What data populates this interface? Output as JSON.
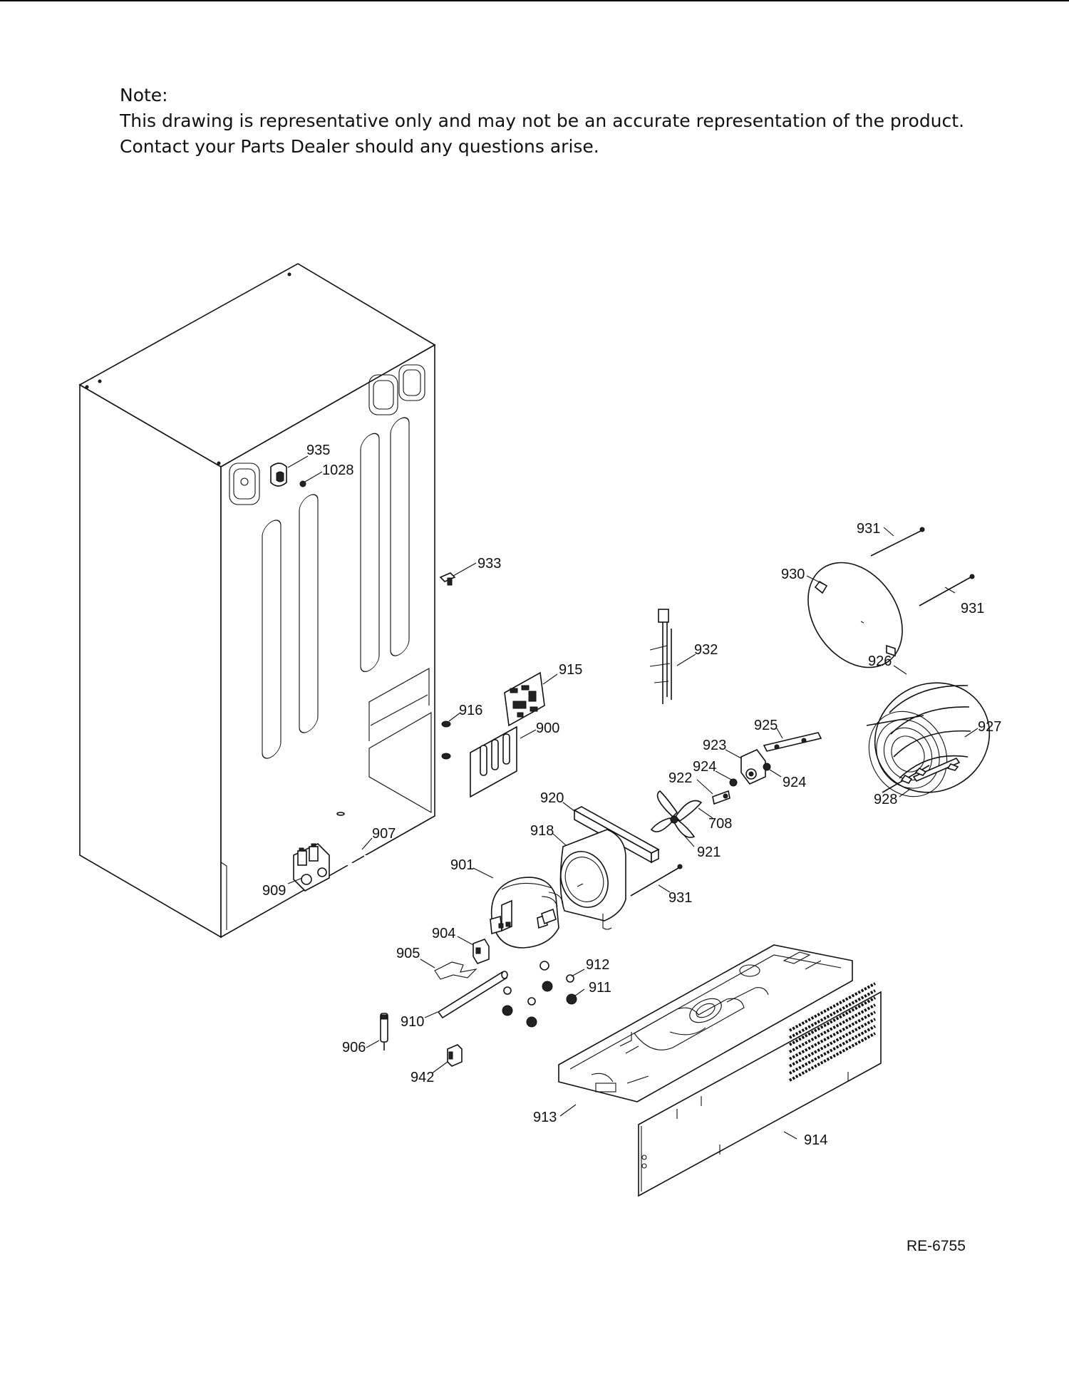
{
  "note": {
    "heading": "Note:",
    "line1": "This drawing is representative only and may not be an accurate representation of the product.",
    "line2": "Contact your Parts Dealer should any questions arise."
  },
  "diagram_ref": "RE-6755",
  "callouts": [
    {
      "id": "935",
      "label": "935"
    },
    {
      "id": "1028",
      "label": "1028"
    },
    {
      "id": "933",
      "label": "933"
    },
    {
      "id": "931a",
      "label": "931"
    },
    {
      "id": "930",
      "label": "930"
    },
    {
      "id": "931b",
      "label": "931"
    },
    {
      "id": "932",
      "label": "932"
    },
    {
      "id": "915",
      "label": "915"
    },
    {
      "id": "926",
      "label": "926"
    },
    {
      "id": "916",
      "label": "916"
    },
    {
      "id": "900",
      "label": "900"
    },
    {
      "id": "925",
      "label": "925"
    },
    {
      "id": "927",
      "label": "927"
    },
    {
      "id": "923",
      "label": "923"
    },
    {
      "id": "924a",
      "label": "924"
    },
    {
      "id": "922",
      "label": "922"
    },
    {
      "id": "924b",
      "label": "924"
    },
    {
      "id": "928",
      "label": "928"
    },
    {
      "id": "920",
      "label": "920"
    },
    {
      "id": "708",
      "label": "708"
    },
    {
      "id": "918",
      "label": "918"
    },
    {
      "id": "907",
      "label": "907"
    },
    {
      "id": "921",
      "label": "921"
    },
    {
      "id": "901",
      "label": "901"
    },
    {
      "id": "909",
      "label": "909"
    },
    {
      "id": "931c",
      "label": "931"
    },
    {
      "id": "904",
      "label": "904"
    },
    {
      "id": "905",
      "label": "905"
    },
    {
      "id": "912",
      "label": "912"
    },
    {
      "id": "911",
      "label": "911"
    },
    {
      "id": "910",
      "label": "910"
    },
    {
      "id": "906",
      "label": "906"
    },
    {
      "id": "942",
      "label": "942"
    },
    {
      "id": "913",
      "label": "913"
    },
    {
      "id": "914",
      "label": "914"
    }
  ]
}
